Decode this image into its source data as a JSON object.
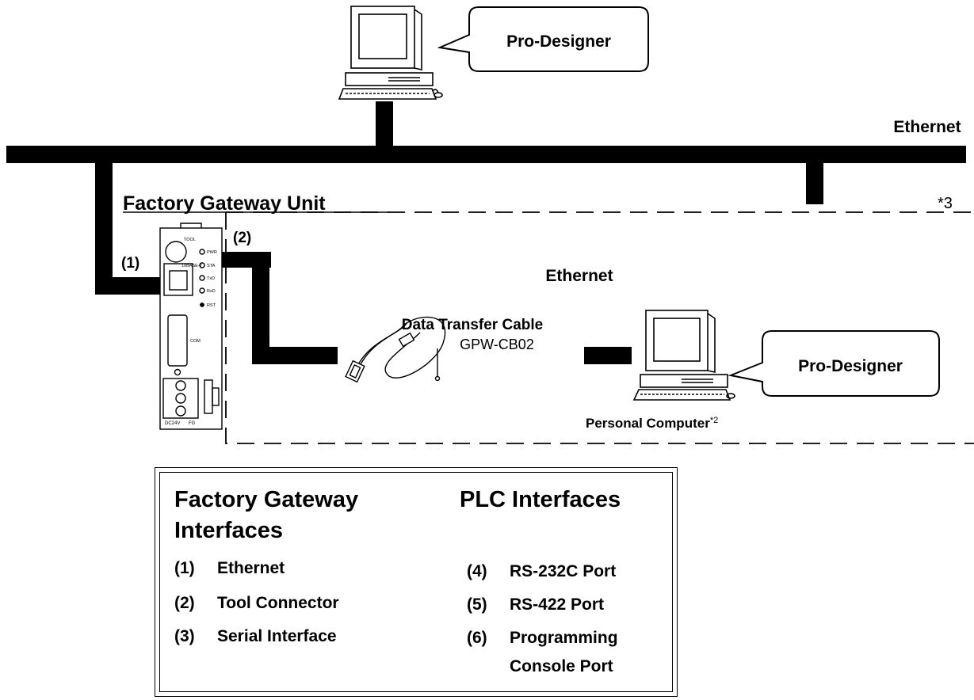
{
  "labels": {
    "pro_designer_top": "Pro-Designer",
    "pro_designer_right": "Pro-Designer",
    "ethernet_top": "Ethernet",
    "ethernet_inner": "Ethernet",
    "factory_gateway_unit": "Factory Gateway Unit",
    "note_3": "*3",
    "port_1": "(1)",
    "port_2": "(2)",
    "cable_title": "Data Transfer Cable",
    "cable_model": "GPW-CB02",
    "personal_computer": "Personal Computer",
    "personal_computer_note": "*2"
  },
  "device_panel": {
    "tool": "TOOL",
    "base": "10BASE-T",
    "pwr": "PWR",
    "sta": "STA",
    "txd": "TxD",
    "rxd": "RxD",
    "rst": "RST",
    "com": "COM",
    "dc24v": "DC24V",
    "fg": "FG"
  },
  "legend": {
    "left_heading_1": "Factory Gateway",
    "left_heading_2": "Interfaces",
    "right_heading": "PLC Interfaces",
    "left_items": [
      {
        "num": "(1)",
        "text": "Ethernet"
      },
      {
        "num": "(2)",
        "text": "Tool Connector"
      },
      {
        "num": "(3)",
        "text": "Serial Interface"
      }
    ],
    "right_items": [
      {
        "num": "(4)",
        "text": "RS-232C Port"
      },
      {
        "num": "(5)",
        "text": "RS-422 Port"
      },
      {
        "num": "(6)",
        "text": "Programming",
        "text2": "Console Port"
      }
    ]
  }
}
